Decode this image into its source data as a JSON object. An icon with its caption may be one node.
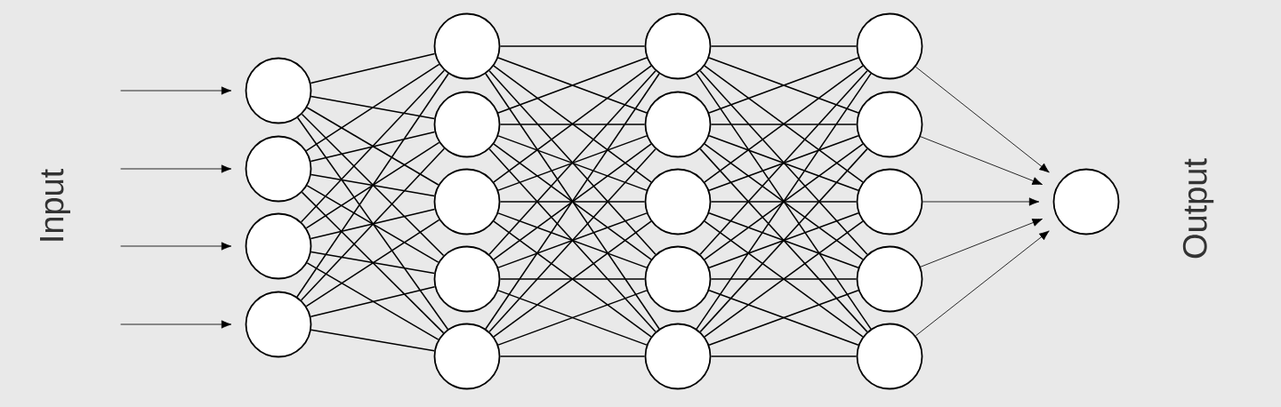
{
  "diagram": {
    "nodes": [
      {
        "text": [],
        "shape": "circle"
      },
      {
        "text": [],
        "shape": "circle"
      },
      {
        "text": [],
        "shape": "circle"
      },
      {
        "text": [],
        "shape": "circle"
      },
      {
        "text": [],
        "shape": "circle"
      },
      {
        "text": [],
        "shape": "circle"
      },
      {
        "text": [],
        "shape": "circle"
      },
      {
        "text": [],
        "shape": "circle"
      },
      {
        "text": [],
        "shape": "circle"
      },
      {
        "text": [],
        "shape": "circle"
      },
      {
        "text": [],
        "shape": "circle"
      },
      {
        "text": [],
        "shape": "circle"
      },
      {
        "text": [],
        "shape": "circle"
      },
      {
        "text": [],
        "shape": "circle"
      },
      {
        "text": [],
        "shape": "circle"
      },
      {
        "text": [],
        "shape": "circle"
      },
      {
        "text": [],
        "shape": "circle"
      },
      {
        "text": [],
        "shape": "circle"
      },
      {
        "text": [],
        "shape": "circle"
      },
      {
        "text": [],
        "shape": "circle"
      }
    ],
    "edges": [
      {
        "from": null,
        "to": 0,
        "arrow": "to"
      },
      {
        "from": null,
        "to": 1,
        "arrow": "to"
      },
      {
        "from": null,
        "to": 2,
        "arrow": "to"
      },
      {
        "from": null,
        "to": 3,
        "arrow": "to"
      },
      {
        "from": 0,
        "to": 4,
        "arrow": "none"
      },
      {
        "from": 0,
        "to": 5,
        "arrow": "none"
      },
      {
        "from": 0,
        "to": 6,
        "arrow": "none"
      },
      {
        "from": 0,
        "to": 7,
        "arrow": "none"
      },
      {
        "from": 0,
        "to": 8,
        "arrow": "none"
      },
      {
        "from": 1,
        "to": 4,
        "arrow": "none"
      },
      {
        "from": 1,
        "to": 5,
        "arrow": "none"
      },
      {
        "from": 1,
        "to": 6,
        "arrow": "none"
      },
      {
        "from": 1,
        "to": 7,
        "arrow": "none"
      },
      {
        "from": 1,
        "to": 8,
        "arrow": "none"
      },
      {
        "from": 2,
        "to": 4,
        "arrow": "none"
      },
      {
        "from": 2,
        "to": 5,
        "arrow": "none"
      },
      {
        "from": 2,
        "to": 6,
        "arrow": "none"
      },
      {
        "from": 2,
        "to": 7,
        "arrow": "none"
      },
      {
        "from": 2,
        "to": 8,
        "arrow": "none"
      },
      {
        "from": 3,
        "to": 4,
        "arrow": "none"
      },
      {
        "from": 3,
        "to": 5,
        "arrow": "none"
      },
      {
        "from": 3,
        "to": 6,
        "arrow": "none"
      },
      {
        "from": 3,
        "to": 7,
        "arrow": "none"
      },
      {
        "from": 3,
        "to": 8,
        "arrow": "none"
      },
      {
        "from": 4,
        "to": 9,
        "arrow": "none"
      },
      {
        "from": 4,
        "to": 10,
        "arrow": "none"
      },
      {
        "from": 4,
        "to": 11,
        "arrow": "none"
      },
      {
        "from": 4,
        "to": 12,
        "arrow": "none"
      },
      {
        "from": 4,
        "to": 13,
        "arrow": "none"
      },
      {
        "from": 5,
        "to": 9,
        "arrow": "none"
      },
      {
        "from": 5,
        "to": 10,
        "arrow": "none"
      },
      {
        "from": 5,
        "to": 11,
        "arrow": "none"
      },
      {
        "from": 5,
        "to": 12,
        "arrow": "none"
      },
      {
        "from": 5,
        "to": 13,
        "arrow": "none"
      },
      {
        "from": 6,
        "to": 9,
        "arrow": "none"
      },
      {
        "from": 6,
        "to": 10,
        "arrow": "none"
      },
      {
        "from": 6,
        "to": 11,
        "arrow": "none"
      },
      {
        "from": 6,
        "to": 12,
        "arrow": "none"
      },
      {
        "from": 6,
        "to": 13,
        "arrow": "none"
      },
      {
        "from": 7,
        "to": 9,
        "arrow": "none"
      },
      {
        "from": 7,
        "to": 10,
        "arrow": "none"
      },
      {
        "from": 7,
        "to": 11,
        "arrow": "none"
      },
      {
        "from": 7,
        "to": 12,
        "arrow": "none"
      },
      {
        "from": 7,
        "to": 13,
        "arrow": "none"
      },
      {
        "from": 8,
        "to": 9,
        "arrow": "none"
      },
      {
        "from": 8,
        "to": 10,
        "arrow": "none"
      },
      {
        "from": 8,
        "to": 11,
        "arrow": "none"
      },
      {
        "from": 8,
        "to": 12,
        "arrow": "none"
      },
      {
        "from": 8,
        "to": 13,
        "arrow": "none"
      },
      {
        "from": 9,
        "to": 14,
        "arrow": "none"
      },
      {
        "from": 9,
        "to": 15,
        "arrow": "none"
      },
      {
        "from": 9,
        "to": 16,
        "arrow": "none"
      },
      {
        "from": 9,
        "to": 17,
        "arrow": "none"
      },
      {
        "from": 9,
        "to": 18,
        "arrow": "none"
      },
      {
        "from": 10,
        "to": 14,
        "arrow": "none"
      },
      {
        "from": 10,
        "to": 15,
        "arrow": "none"
      },
      {
        "from": 10,
        "to": 16,
        "arrow": "none"
      },
      {
        "from": 10,
        "to": 17,
        "arrow": "none"
      },
      {
        "from": 10,
        "to": 18,
        "arrow": "none"
      },
      {
        "from": 11,
        "to": 14,
        "arrow": "none"
      },
      {
        "from": 11,
        "to": 15,
        "arrow": "none"
      },
      {
        "from": 11,
        "to": 16,
        "arrow": "none"
      },
      {
        "from": 11,
        "to": 17,
        "arrow": "none"
      },
      {
        "from": 11,
        "to": 18,
        "arrow": "none"
      },
      {
        "from": 12,
        "to": 14,
        "arrow": "none"
      },
      {
        "from": 12,
        "to": 15,
        "arrow": "none"
      },
      {
        "from": 12,
        "to": 16,
        "arrow": "none"
      },
      {
        "from": 12,
        "to": 17,
        "arrow": "none"
      },
      {
        "from": 12,
        "to": 18,
        "arrow": "none"
      },
      {
        "from": 13,
        "to": 14,
        "arrow": "none"
      },
      {
        "from": 13,
        "to": 15,
        "arrow": "none"
      },
      {
        "from": 13,
        "to": 16,
        "arrow": "none"
      },
      {
        "from": 13,
        "to": 17,
        "arrow": "none"
      },
      {
        "from": 13,
        "to": 18,
        "arrow": "none"
      },
      {
        "from": 14,
        "to": 19,
        "arrow": "to"
      },
      {
        "from": 15,
        "to": 19,
        "arrow": "to"
      },
      {
        "from": 16,
        "to": 19,
        "arrow": "to"
      },
      {
        "from": 17,
        "to": 19,
        "arrow": "to"
      },
      {
        "from": 18,
        "to": 19,
        "arrow": "to"
      }
    ],
    "labels": [
      "Input",
      "Output"
    ]
  }
}
